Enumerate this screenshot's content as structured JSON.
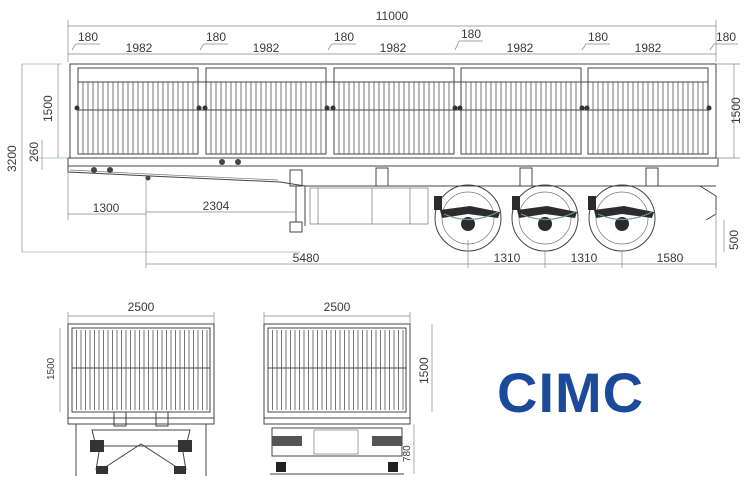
{
  "side_view": {
    "overall_length": "11000",
    "gap_labels": [
      "180",
      "180",
      "180",
      "180",
      "180",
      "180"
    ],
    "panel_labels": [
      "1982",
      "1982",
      "1982",
      "1982",
      "1982"
    ],
    "overall_height": "3200",
    "panel_height_left": "1500",
    "panel_height_right": "1500",
    "deck_offset": "260",
    "front_overhang": "1300",
    "landing_gear_dist": "2304",
    "kingpin_to_axle": "5480",
    "axle_spacing_1": "1310",
    "axle_spacing_2": "1310",
    "rear_overhang": "1580",
    "rear_height": "500"
  },
  "front_view": {
    "width": "2500",
    "panel_height": "1500"
  },
  "rear_view": {
    "width": "2500",
    "panel_height": "1500",
    "deck_height": "780"
  },
  "logo": {
    "text": "CIMC",
    "color": "#1b4a9a"
  }
}
